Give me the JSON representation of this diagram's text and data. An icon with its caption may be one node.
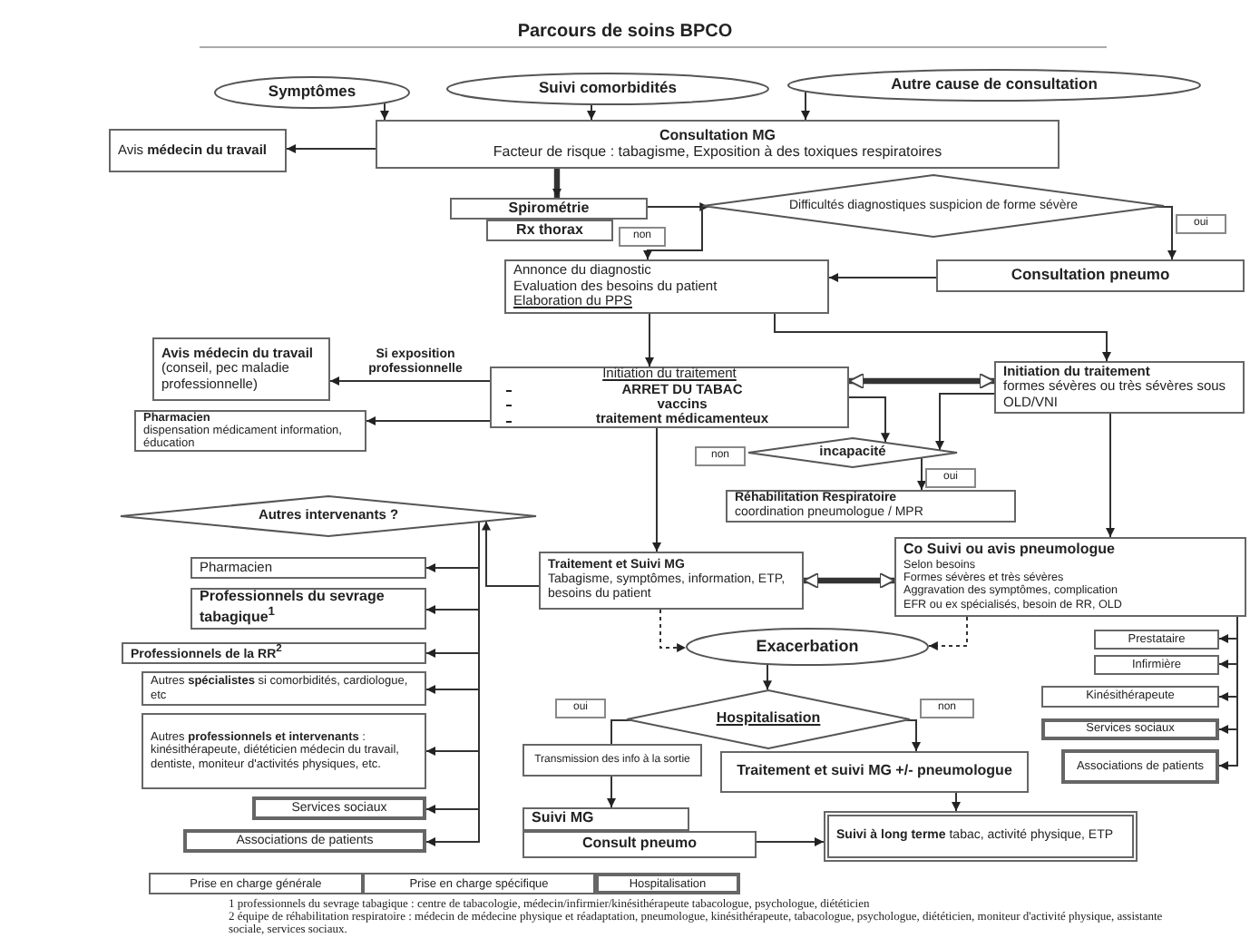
{
  "diagram": {
    "title": "Parcours de soins BPCO",
    "nodes": [
      {
        "text": [
          "Symptômes"
        ]
      },
      {
        "text": [
          "Suivi comorbidités"
        ]
      },
      {
        "text": [
          "Autre cause de consultation"
        ]
      },
      {
        "text": [
          "Avis **médecin du travail**"
        ]
      },
      {
        "text": [
          "Consultation MG",
          "Facteur de risque : tabagisme, Exposition à des toxiques respiratoires"
        ]
      },
      {
        "text": [
          "Spirométrie"
        ]
      },
      {
        "text": [
          "Rx thorax"
        ]
      },
      {
        "text": [
          "Difficultés diagnostiques suspicion de forme sévère"
        ]
      },
      {
        "text": [
          "Annonce du diagnostic",
          "Evaluation des besoins du patient",
          "Elaboration du PPS"
        ]
      },
      {
        "text": [
          "Consultation pneumo"
        ]
      },
      {
        "text": [
          "**Avis médecin du travail** (conseil, pec maladie professionnelle)"
        ]
      },
      {
        "text": [
          "Initiation du traitement",
          "ARRET DU TABAC",
          "vaccins",
          "traitement médicamenteux"
        ]
      },
      {
        "text": [
          "Initiation du traitement",
          "formes sévères ou très sévères sous OLD/VNI"
        ]
      },
      {
        "text": [
          "Pharmacien",
          "dispensation médicament information, éducation"
        ]
      },
      {
        "text": [
          "incapacité"
        ]
      },
      {
        "text": [
          "Réhabilitation Respiratoire",
          "coordination pneumologue / MPR"
        ]
      },
      {
        "text": [
          "Autres intervenants ?"
        ]
      },
      {
        "text": [
          "Pharmacien"
        ]
      },
      {
        "text": [
          "Professionnels du sevrage tabagique$^{1}$"
        ]
      },
      {
        "text": [
          "Professionnels de la RR$^{2}$"
        ]
      },
      {
        "text": [
          "Autres **spécialistes** si comorbidités, cardiologue, etc"
        ]
      },
      {
        "text": [
          "Autres **professionnels et intervenants** : kinésithérapeute, diététicien médecin du travail, dentiste, moniteur d'activités physiques, etc."
        ]
      },
      {
        "text": [
          "Services sociaux"
        ]
      },
      {
        "text": [
          "Associations de patients"
        ]
      },
      {
        "text": [
          "Traitement et Suivi MG",
          "Tabagisme, symptômes, information, ETP, besoins du patient"
        ]
      },
      {
        "text": [
          "Co Suivi ou avis pneumologue",
          "Selon besoins",
          "Formes sévères et très sévères",
          "Aggravation des symptômes, complication",
          "EFR ou ex spécialisés, besoin de RR, OLD"
        ]
      },
      {
        "text": [
          "Exacerbation"
        ]
      },
      {
        "text": [
          "Hospitalisation"
        ]
      },
      {
        "text": [
          "Transmission des info à la sortie"
        ]
      },
      {
        "text": [
          "Traitement et suivi MG +/- pneumologue"
        ]
      },
      {
        "text": [
          "Suivi MG"
        ]
      },
      {
        "text": [
          "Consult pneumo"
        ]
      },
      {
        "text": [
          "**Suivi à long terme** tabac, activité physique, ETP"
        ]
      },
      {
        "text": [
          "Prestataire"
        ]
      },
      {
        "text": [
          "Infirmière"
        ]
      },
      {
        "text": [
          "Kinésithérapeute"
        ]
      },
      {
        "text": [
          "Services sociaux"
        ]
      },
      {
        "text": [
          "Associations de patients"
        ]
      }
    ],
    "edges": [
      {
        "from": 0,
        "to": 4,
        "arrow": "to"
      },
      {
        "from": 1,
        "to": 4,
        "arrow": "to"
      },
      {
        "from": 2,
        "to": 4,
        "arrow": "to"
      },
      {
        "from": 4,
        "to": 3,
        "arrow": "to"
      },
      {
        "from": 4,
        "to": 5,
        "arrow": "to",
        "style": "thick"
      },
      {
        "from": 5,
        "to": 7,
        "arrow": "to"
      },
      {
        "from": 7,
        "to": 8,
        "arrow": "to",
        "label": "non"
      },
      {
        "from": 7,
        "to": 9,
        "arrow": "to",
        "label": "oui"
      },
      {
        "from": 9,
        "to": 8,
        "arrow": "to"
      },
      {
        "from": 8,
        "to": 11,
        "arrow": "to"
      },
      {
        "from": 8,
        "to": 12,
        "arrow": "to"
      },
      {
        "from": 11,
        "to": 10,
        "arrow": "to",
        "label": "Si exposition professionnelle"
      },
      {
        "from": 11,
        "to": 13,
        "arrow": "to"
      },
      {
        "from": 11,
        "to": 12,
        "arrow": "both",
        "style": "thick"
      },
      {
        "from": 11,
        "to": 14,
        "arrow": "to"
      },
      {
        "from": 12,
        "to": 14,
        "arrow": "to"
      },
      {
        "from": 14,
        "to": 15,
        "arrow": "to",
        "label": "oui"
      },
      {
        "from": 11,
        "to": 24,
        "arrow": "to"
      },
      {
        "from": 12,
        "to": 25,
        "arrow": "to"
      },
      {
        "from": 24,
        "to": 25,
        "arrow": "both",
        "style": "thick"
      },
      {
        "from": 24,
        "to": 16,
        "arrow": "to"
      },
      {
        "from": 16,
        "to": 17,
        "arrow": "to"
      },
      {
        "from": 16,
        "to": 18,
        "arrow": "to"
      },
      {
        "from": 16,
        "to": 19,
        "arrow": "to"
      },
      {
        "from": 16,
        "to": 20,
        "arrow": "to"
      },
      {
        "from": 16,
        "to": 21,
        "arrow": "to"
      },
      {
        "from": 16,
        "to": 22,
        "arrow": "to"
      },
      {
        "from": 16,
        "to": 23,
        "arrow": "to"
      },
      {
        "from": 24,
        "to": 26,
        "arrow": "to",
        "style": "dashed"
      },
      {
        "from": 25,
        "to": 26,
        "arrow": "to",
        "style": "dashed"
      },
      {
        "from": 26,
        "to": 27,
        "arrow": "to"
      },
      {
        "from": 27,
        "to": 28,
        "arrow": "none",
        "label": "oui"
      },
      {
        "from": 28,
        "to": 30,
        "arrow": "to"
      },
      {
        "from": 27,
        "to": 29,
        "arrow": "to",
        "label": "non"
      },
      {
        "from": 29,
        "to": 32,
        "arrow": "to"
      },
      {
        "from": 31,
        "to": 32,
        "arrow": "to"
      },
      {
        "from": 25,
        "to": 33,
        "arrow": "to"
      },
      {
        "from": 25,
        "to": 34,
        "arrow": "to"
      },
      {
        "from": 25,
        "to": 35,
        "arrow": "to"
      },
      {
        "from": 25,
        "to": 36,
        "arrow": "to"
      },
      {
        "from": 25,
        "to": 37,
        "arrow": "to"
      }
    ],
    "labels": [
      "non",
      "1 professionnels du sevrage tabagique : centre de tabacologie, médecin/infirmier/kinésithérapeute tabacologue, psychologue, diététicien",
      "2 équipe de réhabilitation respiratoire : médecin de médecine physique et réadaptation, pneumologue, kinésithérapeute, tabacologue, psychologue, diététicien, moniteur d'activité physique, assistante sociale, services sociaux."
    ],
    "legend": [
      {
        "text": "Prise en charge générale"
      },
      {
        "text": "Prise en charge spécifique"
      },
      {
        "text": "Hospitalisation"
      }
    ]
  }
}
